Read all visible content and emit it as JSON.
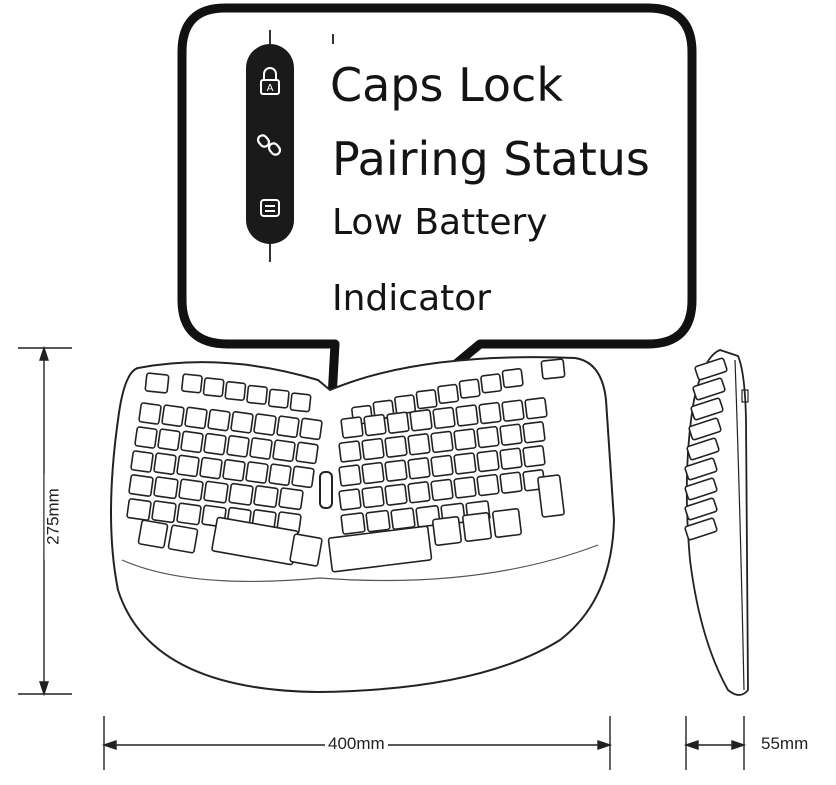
{
  "indicator_callout": {
    "items": [
      {
        "icon": "lock-icon",
        "label": "Caps Lock"
      },
      {
        "icon": "link-icon",
        "label": "Pairing Status"
      },
      {
        "icon": "battery-icon",
        "label_line1": "Low Battery",
        "label_line2": "Indicator"
      }
    ]
  },
  "dimensions": {
    "height": "275mm",
    "width": "400mm",
    "depth": "55mm"
  },
  "colors": {
    "line": "#111111",
    "indicator_strip": "#1a1a1a",
    "indicator_icon": "#ffffff"
  }
}
